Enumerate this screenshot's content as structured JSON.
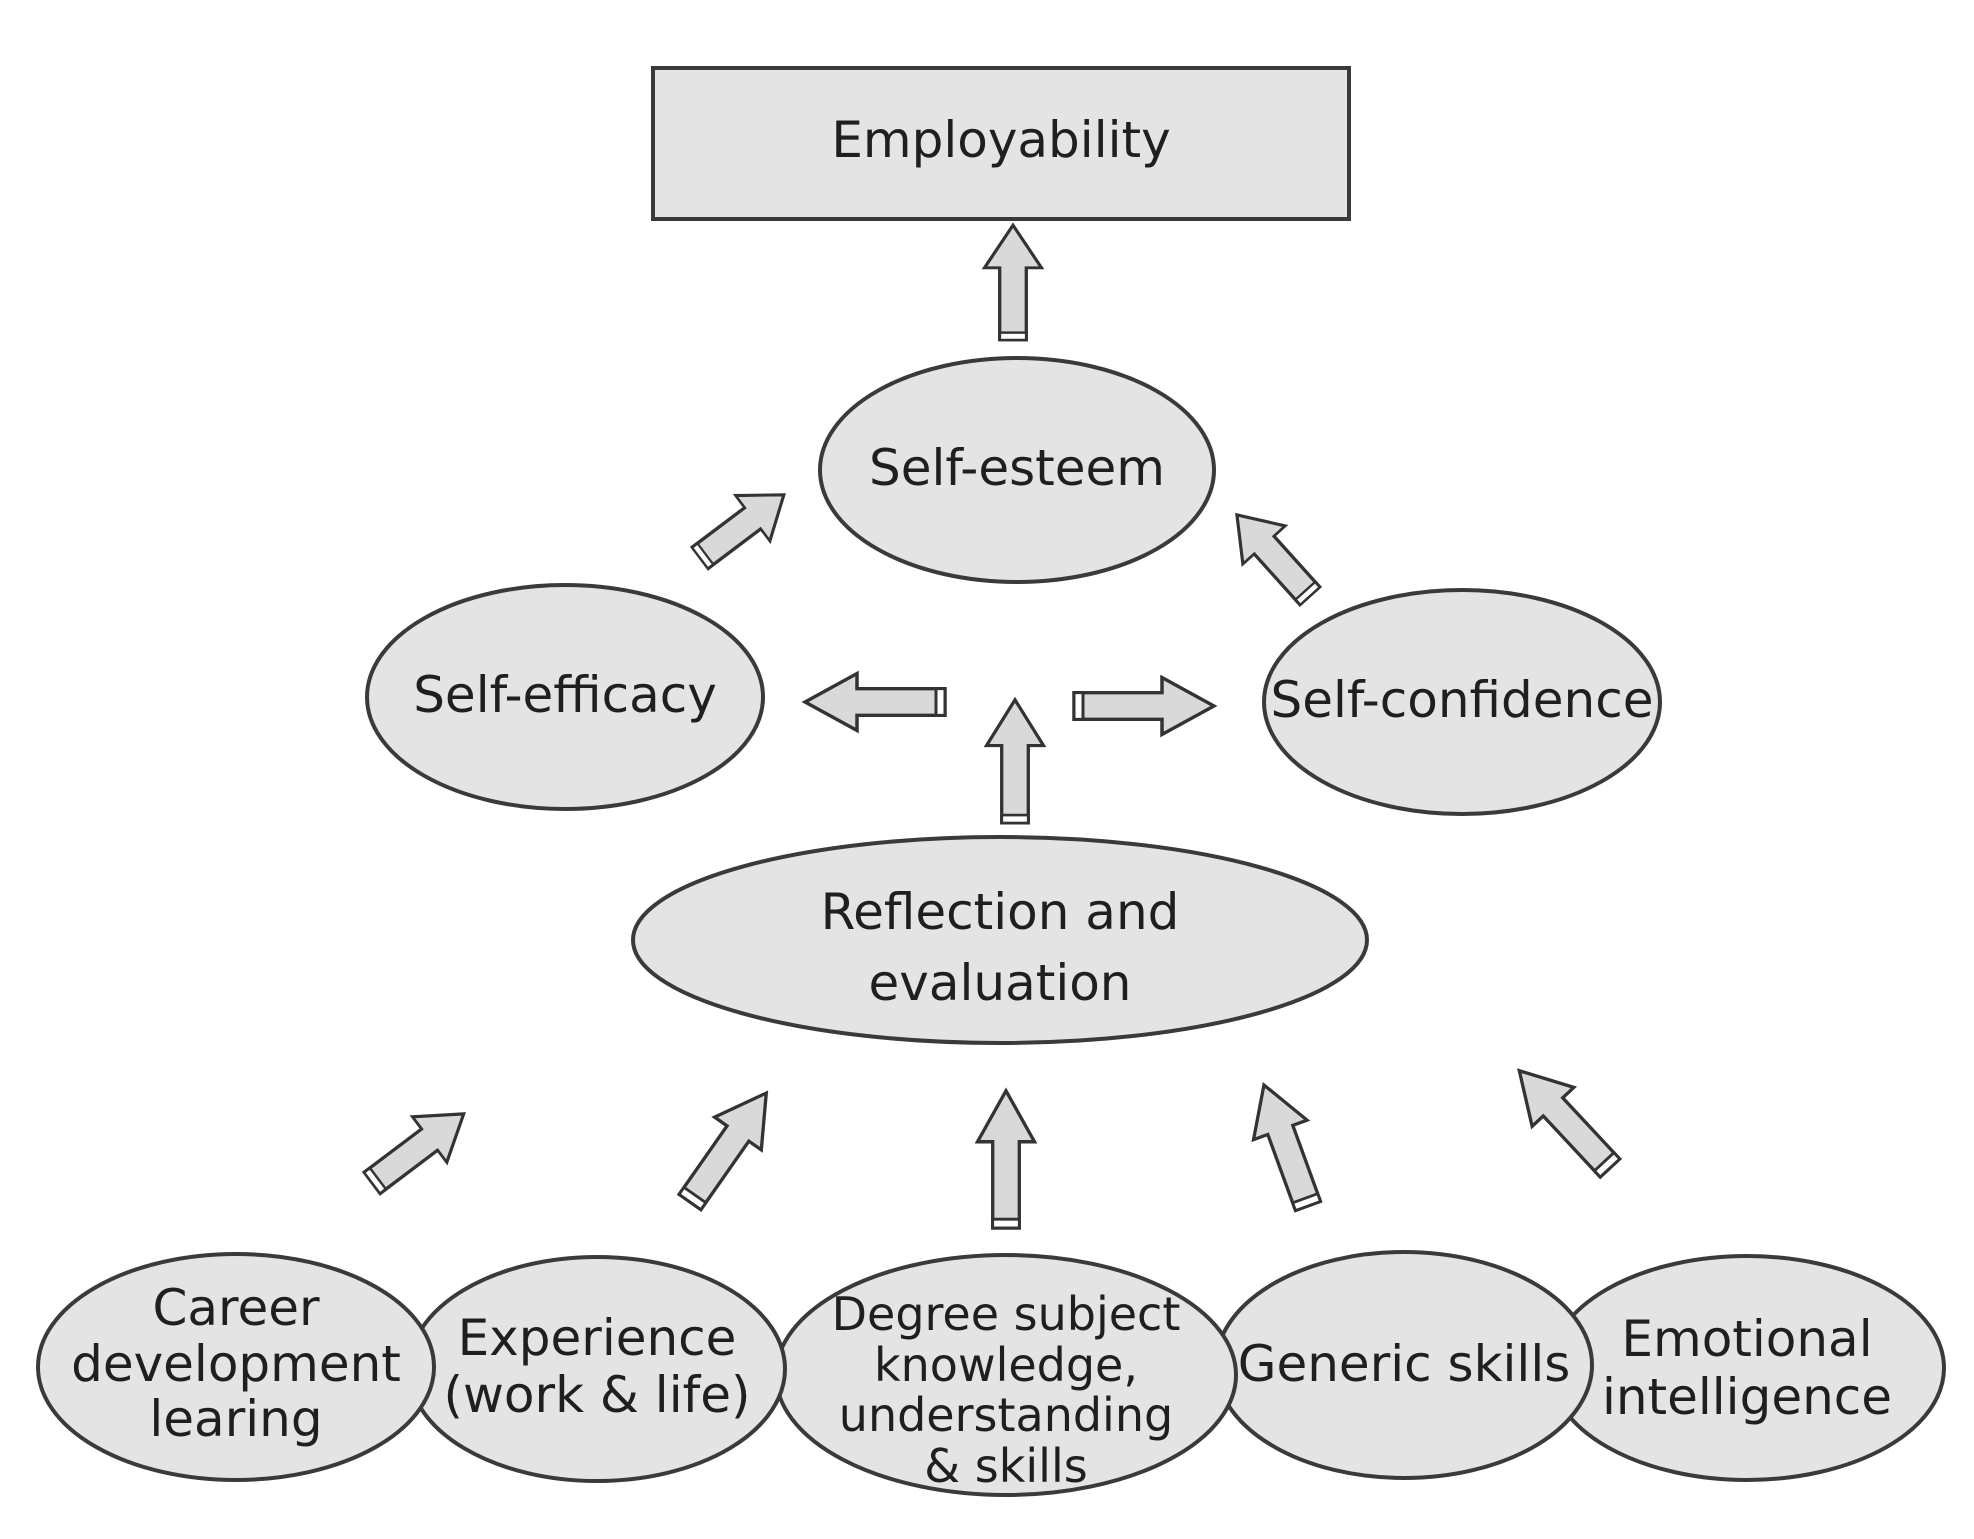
{
  "diagram": {
    "top_node": {
      "label": "Employability"
    },
    "middle": {
      "self_esteem": {
        "label": "Self-esteem"
      },
      "self_efficacy": {
        "label": "Self-efficacy"
      },
      "self_confidence": {
        "label": "Self-confidence"
      },
      "reflection": {
        "line1": "Reflection and",
        "line2": "evaluation"
      }
    },
    "bottom": {
      "career": {
        "line1": "Career",
        "line2": "development",
        "line3": "learing"
      },
      "experience": {
        "line1": "Experience",
        "line2": "(work & life)"
      },
      "degree": {
        "line1": "Degree subject",
        "line2": "knowledge,",
        "line3": "understanding",
        "line4": "& skills"
      },
      "generic": {
        "label": "Generic skills"
      },
      "emotional": {
        "line1": "Emotional",
        "line2": "intelligence"
      }
    },
    "colors": {
      "node_fill": "#e4e4e4",
      "node_stroke": "#3a3a3a",
      "arrow_fill": "#d9d9d9"
    }
  }
}
